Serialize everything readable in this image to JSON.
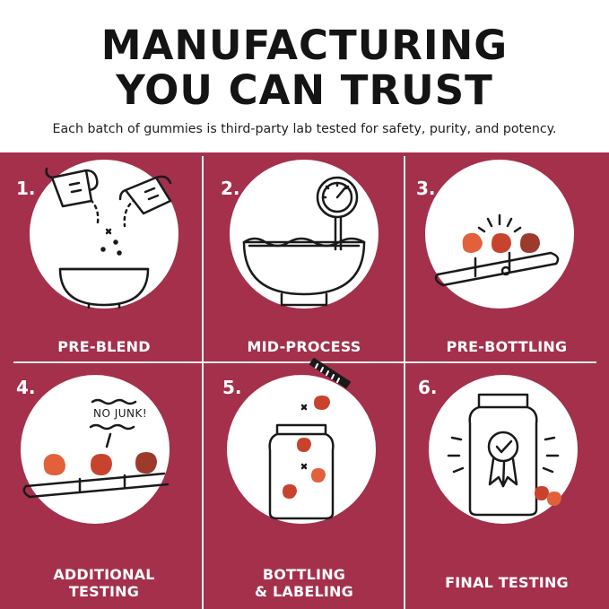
{
  "header": {
    "title_line1": "MANUFACTURING",
    "title_line2": "YOU CAN TRUST",
    "subtitle": "Each batch of gummies is third-party lab tested for safety, purity, and potency."
  },
  "colors": {
    "panel": "#a4304c",
    "gummy_orange": "#e2613a",
    "gummy_red": "#c8432e",
    "gummy_brown": "#9d3a2c",
    "ink": "#1a1a1a"
  },
  "steps": [
    {
      "number": "1.",
      "label": "PRE-BLEND",
      "icon": "mixing-bowl-icon"
    },
    {
      "number": "2.",
      "label": "MID-PROCESS",
      "icon": "gauge-bowl-icon"
    },
    {
      "number": "3.",
      "label": "PRE-BOTTLING",
      "icon": "conveyor-icon"
    },
    {
      "number": "4.",
      "label_line1": "ADDITIONAL",
      "label_line2": "TESTING",
      "icon": "conveyor-icon",
      "speech": "NO JUNK!"
    },
    {
      "number": "5.",
      "label_line1": "BOTTLING",
      "label_line2": "& LABELING",
      "icon": "bottle-icon"
    },
    {
      "number": "6.",
      "label": "FINAL TESTING",
      "icon": "certified-bottle-icon"
    }
  ]
}
